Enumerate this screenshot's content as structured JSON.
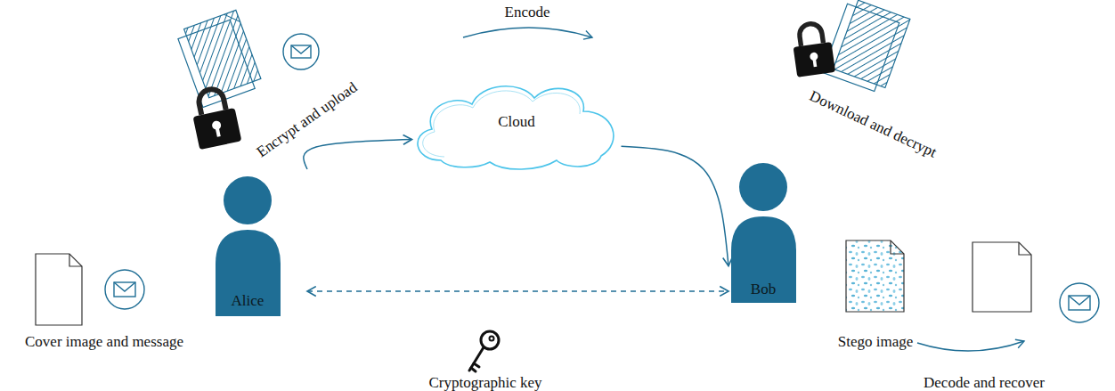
{
  "diagram": {
    "nodes": [
      {
        "text": [
          "Alice"
        ]
      },
      {
        "text": [
          "Cloud"
        ]
      },
      {
        "text": [
          "Bob"
        ]
      }
    ],
    "edges": [
      {
        "from": 0,
        "to": 1,
        "arrow": "to"
      },
      {
        "from": 1,
        "to": 2,
        "arrow": "to"
      },
      {
        "from": 0,
        "to": 2,
        "arrow": "both"
      }
    ],
    "labels": [
      "Encode",
      "Encrypt and upload",
      "Download and decrypt",
      "Cover image and message",
      "Cryptographic key",
      "Stego image",
      "Decode and recover"
    ]
  }
}
